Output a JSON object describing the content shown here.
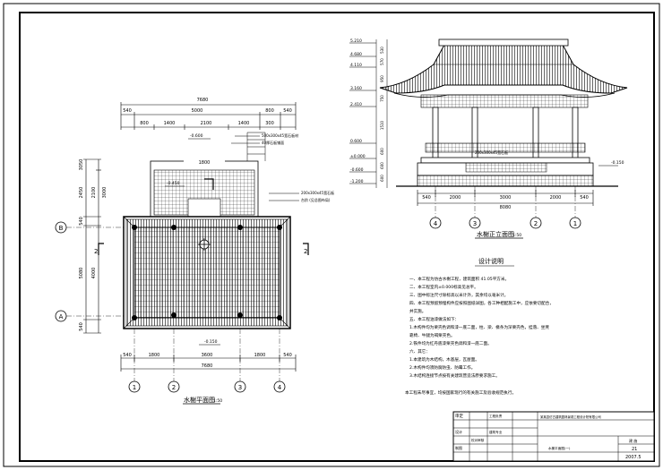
{
  "plan": {
    "dims_top": [
      "7680",
      "540",
      "5000",
      "800",
      "540",
      "800",
      "1400",
      "2100",
      "1400",
      "300"
    ],
    "dims_left": [
      "3050",
      "2450",
      "2100",
      "3000",
      "540",
      "5080",
      "4000",
      "540"
    ],
    "dims_bottom": [
      "540",
      "1800",
      "3600",
      "1800",
      "540",
      "7680"
    ],
    "elev_labels": [
      "-0.600",
      "-0.450",
      "-0.150"
    ],
    "notes_right": [
      "500x300x45宽石板材",
      "40厚石板铺面",
      "200x300x45宽石板",
      "台阶 (见总图布局)"
    ],
    "center_dim": "1800",
    "axes_left": [
      "B",
      "A"
    ],
    "axes_bottom": [
      "1",
      "2",
      "3",
      "4"
    ],
    "section_marks": [
      "2",
      "2"
    ],
    "title": "水榭平面图",
    "scale": "1:50"
  },
  "elevation": {
    "levels": [
      "5.210",
      "4.680",
      "4.110",
      "3.160",
      "2.410",
      "0.600",
      "±0.000",
      "-0.600",
      "-1.200"
    ],
    "right_dims": [
      "530",
      "570",
      "950",
      "750",
      "1510",
      "600",
      "600",
      "600"
    ],
    "note": "200x300x45宽石板",
    "right_level": "-0.150",
    "dims_bottom": [
      "540",
      "2000",
      "3000",
      "2000",
      "540",
      "8080"
    ],
    "axes": [
      "4",
      "3",
      "2",
      "1"
    ],
    "title": "水榭正立面图",
    "scale": "1:50"
  },
  "notes": {
    "title": "设计说明",
    "lines": [
      "一、本工程为仿古水榭工程，建筑面积  41.05平方米。",
      "二、本工程室内±0.000标高见总平。",
      "三、图中标注尺寸除标高以米计外，其余均以毫米计。",
      "四、本工程预留预埋构件应按照图纸详图，各工种相配施工中，应依要切配合，",
      "   并实施。",
      "五、本工程油漆做法如下：",
      "   1.木构件均为栗壳色调和漆一底二面，柱、梁、椽条为深栗壳色，挂落、坐凳",
      "   靠椅、牛腿为褐栗壳色。",
      "   2.铁件均为红丹底漆栗壳色调和漆一底二面。",
      "六、其它：",
      "   1.本建筑为木结构，木基层，瓦屋面。",
      "   2.木构件均须防腐防虫、防霉工作。",
      "   3.木结构连接节点按有关建筑营造法原要求施工。",
      "",
      "本工程未尽事宜，均按国家现行的有关施工及验收规范执行。"
    ]
  },
  "titleblock": {
    "label1": "审定",
    "label2": "工程负责",
    "label3": "设计",
    "label4": "校对审核",
    "label5": "制图",
    "label6": "建筑专业",
    "project": "某某县仿古建筑园林景观工程设计院有限公司",
    "drawing_name": "水榭平面图(一)",
    "sheet_label": "建 施",
    "sheet_no": "21",
    "date": "2007.5"
  }
}
